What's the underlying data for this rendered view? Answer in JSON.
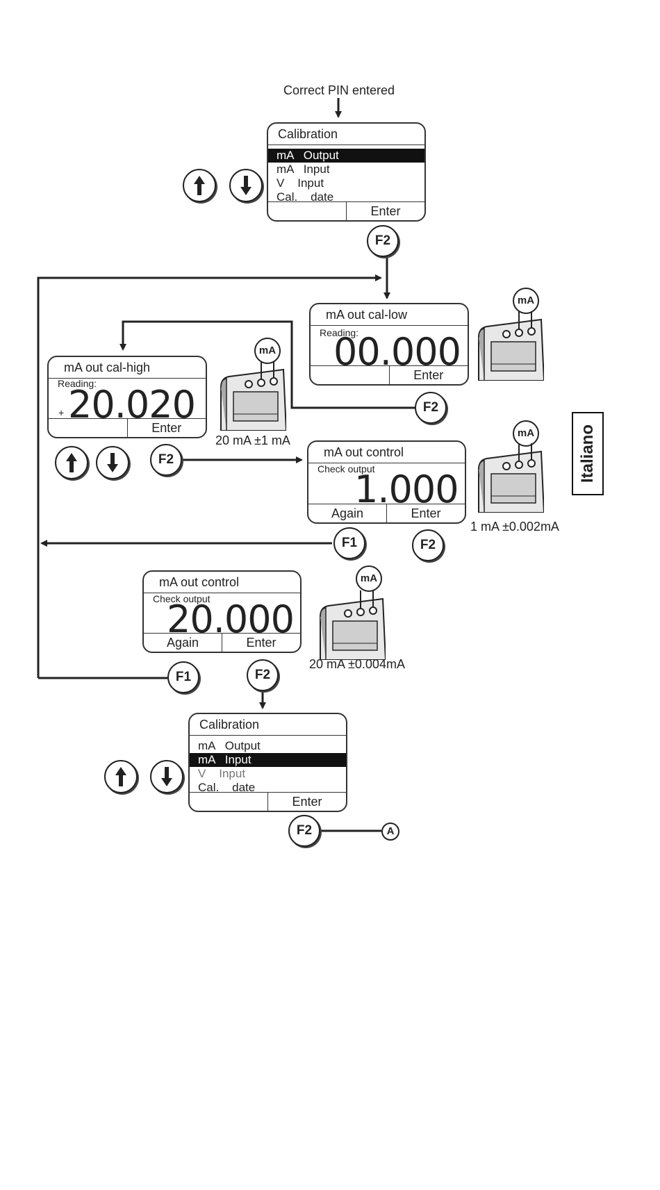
{
  "top_caption": "Correct PIN entered",
  "calibration_1": {
    "title": "Calibration",
    "items": [
      "mA   Output",
      "mA   Input",
      "V    Input",
      "Cal.    date"
    ],
    "selected_index": 0,
    "keys": [
      "",
      "Enter"
    ]
  },
  "cal_low": {
    "title": "mA out cal-low",
    "label": "Reading:",
    "value": "00.000",
    "keys": [
      "",
      "Enter"
    ]
  },
  "cal_high": {
    "title": "mA out cal-high",
    "label": "Reading:",
    "sign": "+",
    "value": "20.020",
    "keys": [
      "",
      "Enter"
    ],
    "tolerance": "20 mA ±1 mA"
  },
  "control_1": {
    "title": "mA out control",
    "label": "Check output",
    "value": "1.000",
    "keys": [
      "Again",
      "Enter"
    ],
    "tolerance": "1 mA ±0.002mA"
  },
  "control_2": {
    "title": "mA out control",
    "label": "Check output",
    "value": "20.000",
    "keys": [
      "Again",
      "Enter"
    ],
    "tolerance": "20 mA ±0.004mA"
  },
  "calibration_2": {
    "title": "Calibration",
    "items": [
      "mA   Output",
      "mA   Input",
      "V    Input",
      "Cal.    date"
    ],
    "selected_index": 1,
    "keys": [
      "",
      "Enter"
    ]
  },
  "keys": {
    "f1": "F1",
    "f2": "F2",
    "ma": "mA",
    "connector": "A"
  },
  "language_tab": "Italiano",
  "icons": [
    "up-arrow-icon",
    "down-arrow-icon",
    "device-icon"
  ]
}
